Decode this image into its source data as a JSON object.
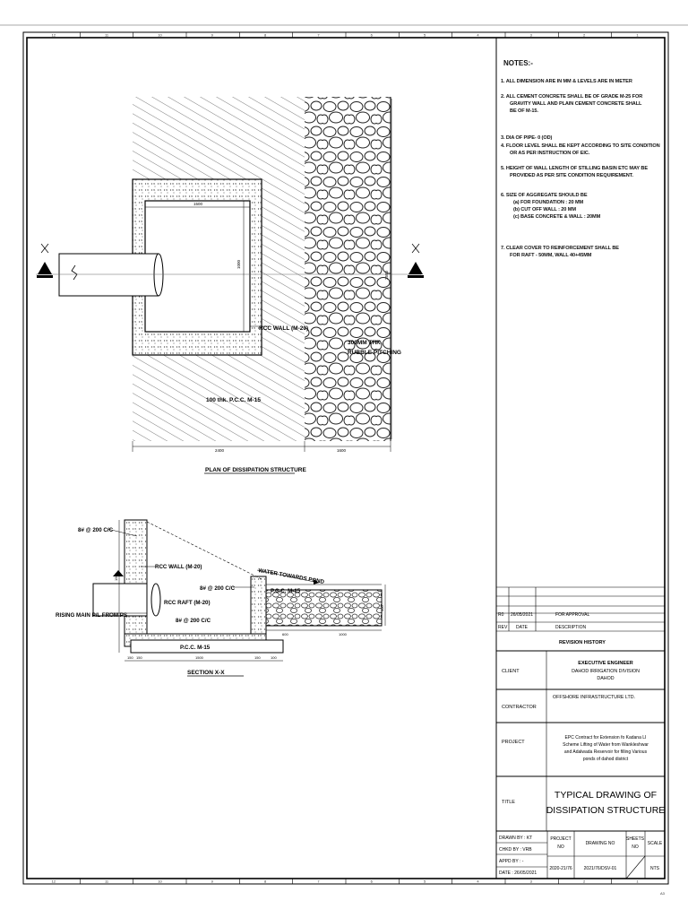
{
  "frame": {
    "col_numbers_top": [
      "12",
      "11",
      "10",
      "9",
      "8",
      "7",
      "6",
      "5",
      "4",
      "3",
      "2",
      "1"
    ],
    "col_numbers_bottom": [
      "12",
      "11",
      "10",
      "9",
      "8",
      "7",
      "6",
      "5",
      "4",
      "3",
      "2",
      "1"
    ],
    "corner_label": "A3"
  },
  "notes": {
    "title": "NOTES:-",
    "items": [
      {
        "line1": "1.   ALL DIMENSION ARE IN MM & LEVELS ARE IN METER"
      },
      {
        "line1": "2.   ALL CEMENT CONCRETE SHALL BE OF GRADE M-25 FOR",
        "line2": "GRAVITY WALL AND PLAIN CEMENT CONCRETE SHALL",
        "line3": "BE OF M-15."
      },
      {
        "line1": "3.   DIA OF PIPE- 0 (OD)"
      },
      {
        "line1": "4.   FLOOR LEVEL SHALL BE KEPT ACCORDING TO SITE CONDITION",
        "line2": "OR AS PER INSTRUCTION OF EIC."
      },
      {
        "line1": "5. HEIGHT OF WALL LENGTH OF STILLING BASIN ETC MAY BE",
        "line2": "PROVIDED AS PER SITE CONDITION REQUIREMENT."
      },
      {
        "line1": "6.   SIZE OF AGGREGATE SHOULD BE",
        "line2": "(a) FOR FOUNDATION : 20 MM",
        "line3": "(b) CUT OFF WALL : 20 MM",
        "line4": "(c) BASE CONCRETE & WALL : 20MM"
      },
      {
        "line1": "7.   CLEAR COVER TO REINFORCEMENT SHALL BE",
        "line2": "FOR RAFT - 50MM, WALL 40+45MM"
      }
    ]
  },
  "plan": {
    "title": "PLAN OF DISSIPATION STRUCTURE",
    "section_mark": "X",
    "inner_width": "1500",
    "inner_height": "1000",
    "outer_height": "2500",
    "rcc_wall": "RCC WALL (M-20)",
    "pitching_line1": "300MM THK",
    "pitching_line2": "RUBBLE PITCHING",
    "pcc": "100 thk. P.C.C. M-15",
    "dim_left": "2400",
    "dim_right": "1600"
  },
  "section": {
    "title": "SECTION X-X",
    "bar_top": "8# @ 200 C/C",
    "rcc_wall": "RCC WALL (M-20)",
    "rcc_raft": "RCC RAFT (M-20)",
    "bar_mid": "8# @ 200 C/C",
    "bar_raft": "8# @ 200 C/C",
    "rising_main": "RISING MAIN P/L FROM PS",
    "water": "WATER TOWARDS POND",
    "pcc_right": "P.C.C. M-15",
    "pcc_bottom": "P.C.C. M-15",
    "dim_150a": "150",
    "dim_150b": "150",
    "dim_1500": "1500",
    "dim_150c": "150",
    "dim_100": "100",
    "dim_600": "600",
    "dim_1000": "1000",
    "dim_v1": "1500",
    "dim_v2": "300"
  },
  "revision": {
    "r0": "R0",
    "date0": "26/05/2021",
    "desc0": "FOR APPROVAL",
    "rev_head": "REV",
    "date_head": "DATE",
    "desc_head": "DESCRIPTION",
    "title": "REVISION HISTORY"
  },
  "titleblock": {
    "client_label": "CLIENT",
    "client_line1": "EXECUTIVE ENGINEER",
    "client_line2": "DAHOD IRRIGATION DIVISION",
    "client_line3": "DAHOD",
    "contractor_label": "CONTRACTOR",
    "contractor_value": "OFFSHORE INFRASTRUCTURE LTD.",
    "project_label": "PROJECT",
    "project_line1": "EPC Contract for Extension fo Kadana LI",
    "project_line2": "Scheme Lifting of Water from Wankleshwar",
    "project_line3": "and Adalwada Reservoir for filling Various",
    "project_line4": "ponds of dahod district",
    "title_label": "TITLE",
    "title_line1": "TYPICAL DRAWING OF",
    "title_line2": "DISSIPATION STRUCTURE",
    "drawn_by": "DRAWN BY  : KT",
    "chkd_by": "CHKD BY   : VRB",
    "appd_by": "APPD BY   : -",
    "date": "DATE        : 26/05/2021",
    "project_no_label1": "PROJECT",
    "project_no_label2": "NO",
    "drawing_no_label": "DRAWING NO",
    "sheets_label1": "SHEETS",
    "sheets_label2": "NO",
    "scale_label": "SCALE",
    "project_no": "2020-21/76",
    "drawing_no": "2021/76/DSV-01",
    "scale": "NTS"
  }
}
